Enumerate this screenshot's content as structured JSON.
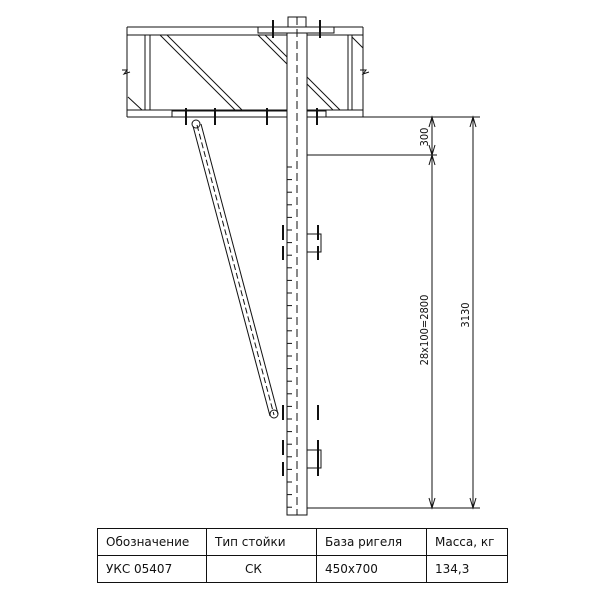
{
  "dimensions": {
    "top": "300",
    "middle": "28x100=2800",
    "total": "3130"
  },
  "table": {
    "headers": [
      "Обозначение",
      "Тип стойки",
      "База ригеля",
      "Масса, кг"
    ],
    "row": [
      "УКС 05407",
      "СК",
      "450x700",
      "134,3"
    ]
  }
}
